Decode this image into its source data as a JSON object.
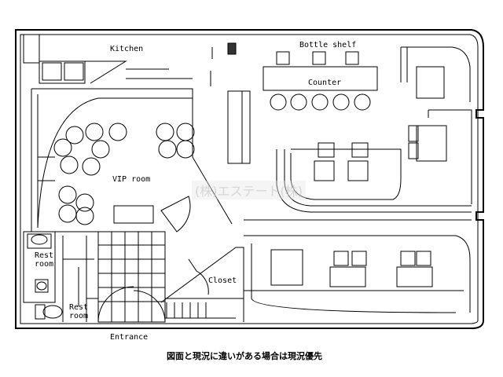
{
  "labels": {
    "kitchen": "Kitchen",
    "bottle_shelf": "Bottle shelf",
    "counter": "Counter",
    "vip_room": "VIP room",
    "rest_room_1": "Rest room",
    "rest_room_2": "Rest room",
    "closet": "Closet",
    "entrance": "Entrance"
  },
  "note": "図面と現況に違いがある場合は現況優先",
  "watermark": "(株)エステート(株)"
}
